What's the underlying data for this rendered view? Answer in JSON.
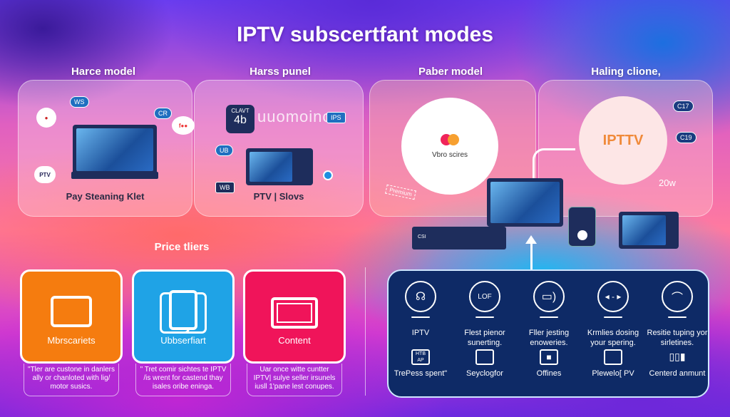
{
  "title": "IPTV subscertfant modes",
  "panels": [
    {
      "heading": "Harce model",
      "caption": "Pay Steaning Klet",
      "tags": [
        "WS",
        "CR",
        "PTV"
      ]
    },
    {
      "heading": "Harss punel",
      "caption": "PTV | Slovs",
      "badge_top": "CLAVT",
      "badge_num": "4b",
      "wordmark": "uuomoino",
      "tags": [
        "IPS",
        "UB",
        "WB"
      ]
    },
    {
      "heading": "Paber model",
      "circle_text": "Vbro scires",
      "dashed_label": "Premium"
    },
    {
      "heading": "Haling clione,",
      "circle_text": "IPTTV",
      "tags": [
        "C17",
        "C19"
      ],
      "note": "20w"
    }
  ],
  "devices": {
    "stb_label": "CSI"
  },
  "price_tiers": {
    "heading": "Price tliers",
    "tiers": [
      {
        "label": "Mbrscariets",
        "desc": "\"Tler are custone in danlers ally or chanloted with lig/ motor susics.",
        "color": "#f57c0f"
      },
      {
        "label": "Ubbserfiart",
        "desc": "\" Tret comir sichtes te IPTV /is wrent for castend thay isales oribe eninga.",
        "color": "#1fa3e6"
      },
      {
        "label": "Content",
        "desc": "Uar once witte cuntter IPTV| sulye seller irsunels iusll 1'pane lest conupes.",
        "color": "#f0145a"
      }
    ]
  },
  "features": [
    {
      "title": "IPTV",
      "bottom": "TrePess spent\"",
      "icon": "headset-icon",
      "mini": "HTB AP"
    },
    {
      "title": "Flest pienor sunerting.",
      "bottom": "Seyclogfor",
      "icon": "refresh-icon",
      "mini": "LOF"
    },
    {
      "title": "Fller jesting enoweries.",
      "bottom": "Offines",
      "icon": "broadcast-icon"
    },
    {
      "title": "Krmlies dosing your spering.",
      "bottom": "Plewelo[ PV",
      "icon": "arrows-icon"
    },
    {
      "title": "Resitie tuping yor sirletines.",
      "bottom": "Centerd anmunt",
      "icon": "gamepad-icon"
    }
  ],
  "colors": {
    "navy": "#0e2a66",
    "orange": "#f57c0f",
    "blue": "#1fa3e6",
    "red": "#f0145a",
    "iptv_text": "#f08a3a"
  }
}
